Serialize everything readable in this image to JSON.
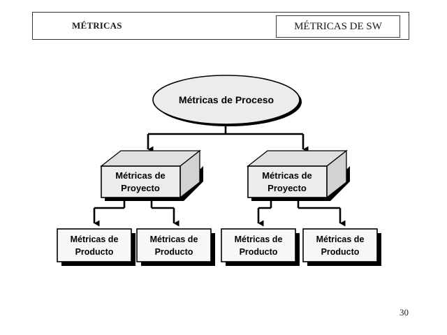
{
  "header": {
    "title": "MÉTRICAS",
    "chip_label": "MÉTRICAS DE SW"
  },
  "diagram": {
    "root": {
      "shape": "ellipse",
      "label": "Métricas de Proceso"
    },
    "level2": [
      {
        "shape": "cube",
        "line1": "Métricas de",
        "line2": "Proyecto"
      },
      {
        "shape": "cube",
        "line1": "Métricas de",
        "line2": "Proyecto"
      }
    ],
    "level3": [
      {
        "shape": "rect",
        "line1": "Métricas de",
        "line2": "Producto"
      },
      {
        "shape": "rect",
        "line1": "Métricas de",
        "line2": "Producto"
      },
      {
        "shape": "rect",
        "line1": "Métricas de",
        "line2": "Producto"
      },
      {
        "shape": "rect",
        "line1": "Métricas de",
        "line2": "Producto"
      }
    ]
  },
  "footer": {
    "page_number": "30"
  },
  "colors": {
    "background": "#ffffff",
    "node_fill": "#ececec",
    "cube_top_fill": "#e0e0e0",
    "cube_side_fill": "#d2d2d2",
    "rect_fill": "#f7f7f7",
    "stroke": "#000000",
    "shadow": "#000000",
    "text": "#000000",
    "header_border": "#333333"
  }
}
